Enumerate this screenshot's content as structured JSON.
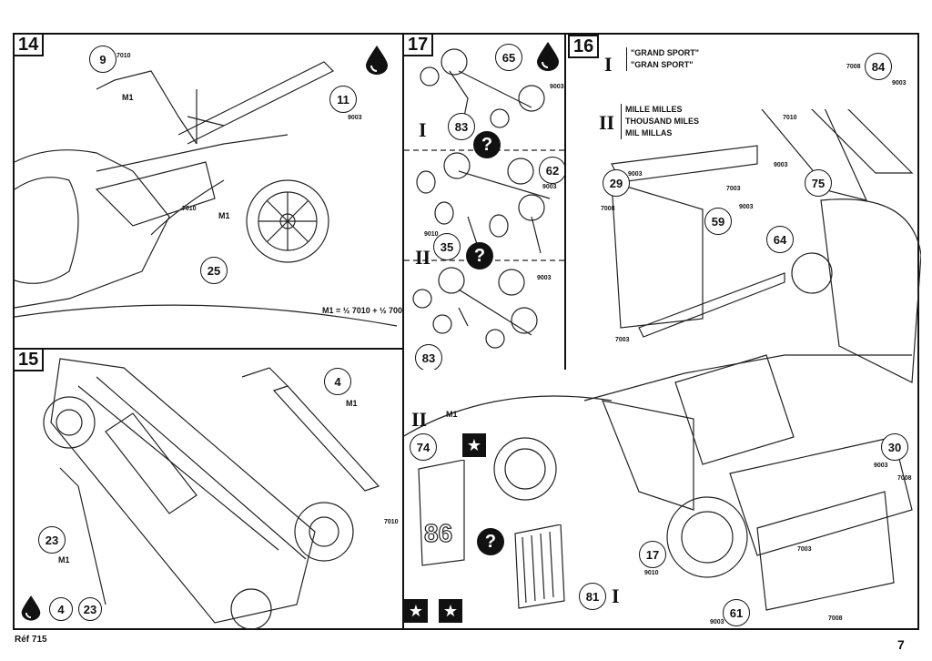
{
  "page": {
    "reference": "Réf 715",
    "number": "7"
  },
  "step14": {
    "number": "14",
    "callouts": [
      "9",
      "11",
      "25"
    ],
    "codes": {
      "a": "7010",
      "b": "M1",
      "c": "9003",
      "d": "7010",
      "e": "M1"
    },
    "formula": "M1 = ½ 7010 + ½ 7008"
  },
  "step15": {
    "number": "15",
    "callouts": [
      "4",
      "23"
    ],
    "codes": {
      "a": "M1",
      "b": "M1",
      "c": "7010"
    },
    "footer_callouts": [
      "4",
      "23"
    ]
  },
  "step17": {
    "number": "17",
    "callouts": [
      "65",
      "83",
      "62",
      "35",
      "83"
    ],
    "codes": {
      "a": "9003",
      "b": "9003",
      "c": "9010",
      "d": "9003"
    },
    "roman": [
      "I",
      "II"
    ]
  },
  "step16": {
    "number": "16",
    "variant1": {
      "roman": "I",
      "names": [
        "\"GRAND SPORT\"",
        "\"GRAN SPORT\""
      ]
    },
    "variant2": {
      "roman": "II",
      "names": [
        "MILLE MILLES",
        "THOUSAND MILES",
        "MIL MILLAS"
      ]
    },
    "callouts": [
      "84",
      "75",
      "29",
      "59",
      "64",
      "30",
      "74",
      "17",
      "81",
      "61"
    ],
    "codes": {
      "a": "7008",
      "b": "9003",
      "c": "7010",
      "d": "9003",
      "e": "9003",
      "f": "7003",
      "g": "7008",
      "h": "9003",
      "i": "7003",
      "j": "M1",
      "k": "9010",
      "l": "9003",
      "m": "7008",
      "n": "7003",
      "o": "7008",
      "p": "9003"
    },
    "roman_small": [
      "II",
      "I"
    ]
  },
  "icons": [
    "paint-drop-icon",
    "question-icon",
    "star-icon"
  ]
}
